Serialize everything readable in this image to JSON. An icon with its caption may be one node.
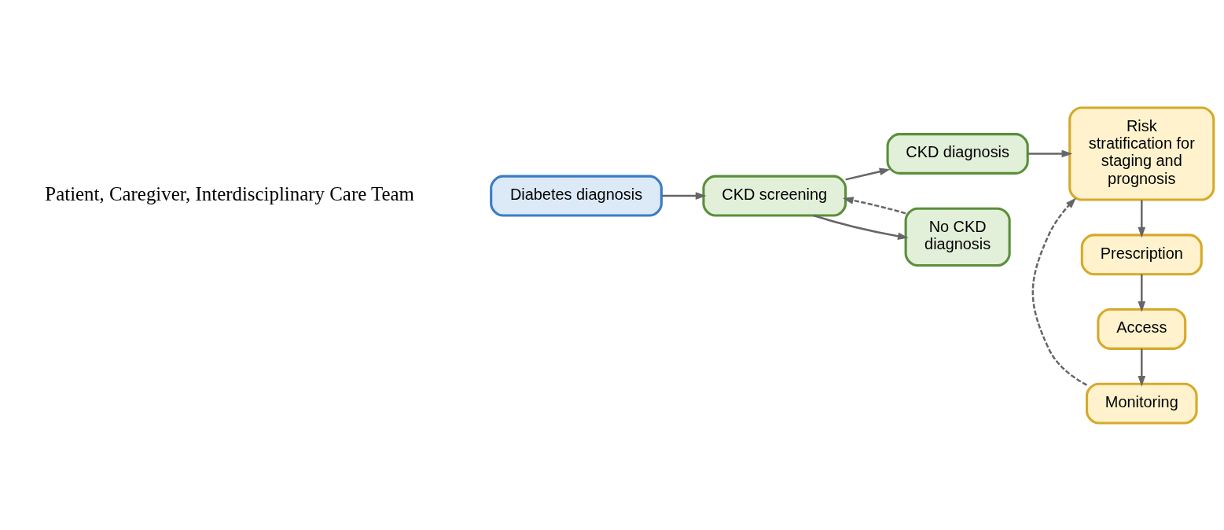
{
  "diagram": {
    "nodes": [
      {
        "text": [
          "Diabetes diagnosis"
        ]
      },
      {
        "text": [
          "CKD screening"
        ]
      },
      {
        "text": [
          "CKD diagnosis"
        ]
      },
      {
        "text": [
          "No CKD diagnosis"
        ]
      },
      {
        "text": [
          "Risk stratification for staging and prognosis"
        ]
      },
      {
        "text": [
          "Prescription"
        ]
      },
      {
        "text": [
          "Access"
        ]
      },
      {
        "text": [
          "Monitoring"
        ]
      }
    ],
    "edges": [
      {
        "from": 0,
        "to": 1,
        "arrow": "to"
      },
      {
        "from": 1,
        "to": 2,
        "arrow": "to"
      },
      {
        "from": 1,
        "to": 3,
        "arrow": "to"
      },
      {
        "from": 3,
        "to": 1,
        "arrow": "to",
        "style": "dashed"
      },
      {
        "from": 2,
        "to": 4,
        "arrow": "to"
      },
      {
        "from": 4,
        "to": 5,
        "arrow": "to"
      },
      {
        "from": 5,
        "to": 6,
        "arrow": "to"
      },
      {
        "from": 6,
        "to": 7,
        "arrow": "to"
      },
      {
        "from": 7,
        "to": 4,
        "arrow": "to",
        "style": "dashed"
      }
    ],
    "labels": [
      "Patient, Caregiver, Interdisciplinary Care Team"
    ]
  }
}
